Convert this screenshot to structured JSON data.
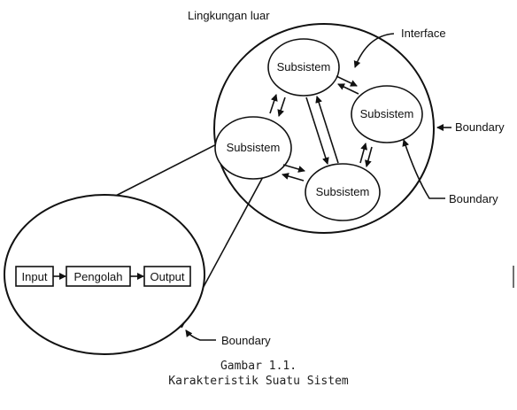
{
  "diagram": {
    "environment_label": "Lingkungan luar",
    "interface_label": "Interface",
    "subsystems": [
      "Subsistem",
      "Subsistem",
      "Subsistem",
      "Subsistem"
    ],
    "boundary_labels": [
      "Boundary",
      "Boundary",
      "Boundary"
    ],
    "process_steps": [
      "Input",
      "Pengolah",
      "Output"
    ]
  },
  "caption": {
    "number": "Gambar 1.1.",
    "title": "Karakteristik Suatu Sistem"
  }
}
